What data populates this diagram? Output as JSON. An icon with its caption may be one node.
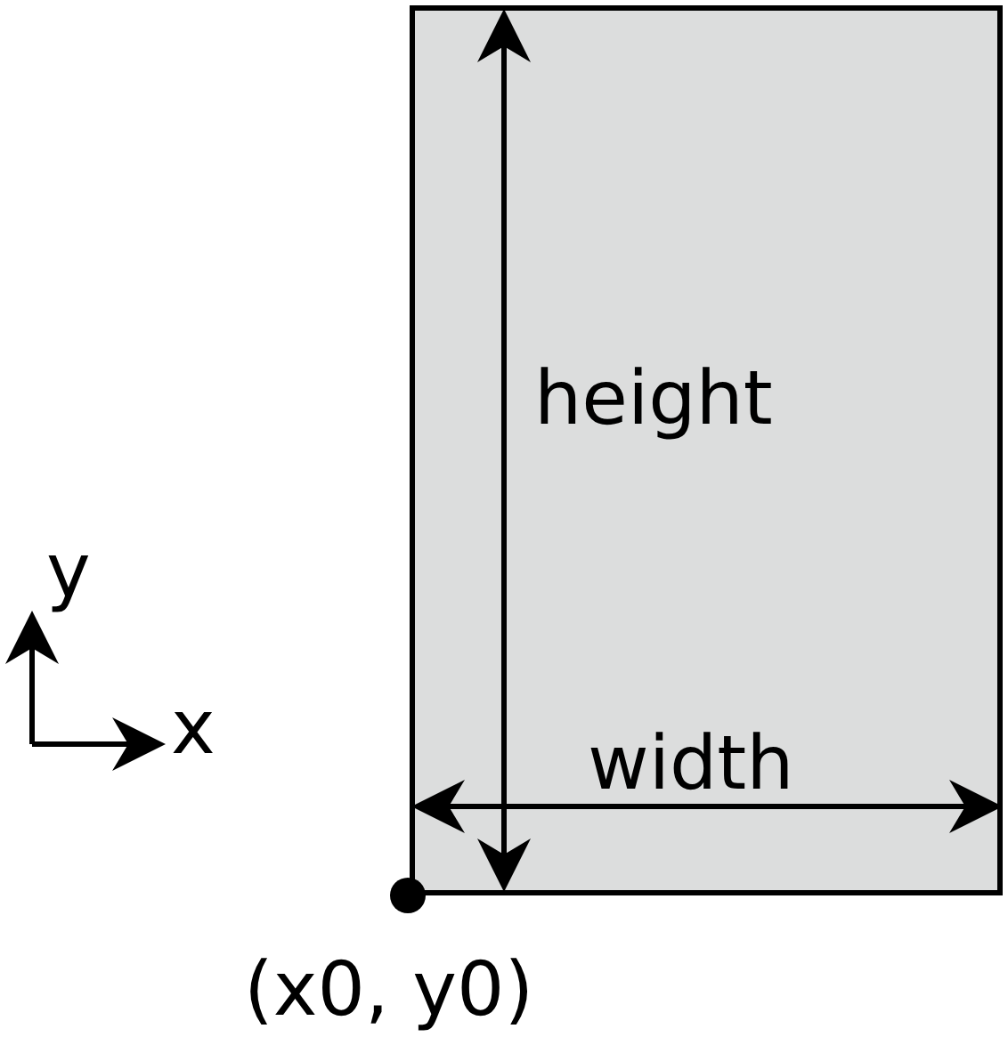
{
  "diagram": {
    "nodes": [
      {
        "text": [
          "height",
          "width"
        ]
      },
      {
        "text": [],
        "shape": "circle",
        "beside": [
          "(x0, y0)"
        ]
      }
    ],
    "labels": [
      "y",
      "x"
    ]
  }
}
